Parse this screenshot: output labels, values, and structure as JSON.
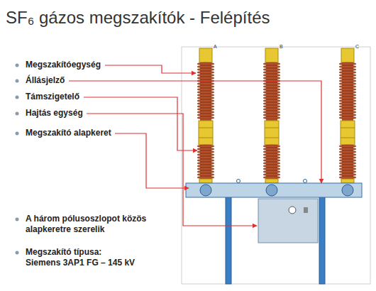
{
  "diagram": {
    "title": "SF₆ gázos megszakítók - Felépítés",
    "labels": [
      "Megszakítóegység",
      "Állásjelző",
      "Támszigetelő",
      "Hajtás egység",
      "Megszakító alapkeret",
      "A három pólusoszlopot közös alapkeretre szerelik",
      "Megszakító típusa: Siemens 3AP1 FG – 145 kV",
      "A",
      "B",
      "C"
    ]
  }
}
